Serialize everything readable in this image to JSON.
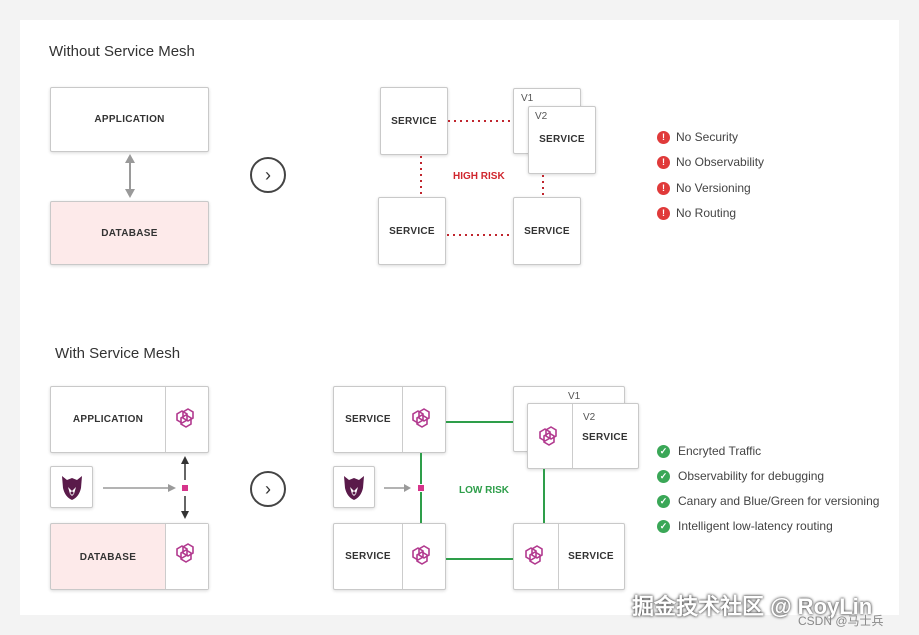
{
  "top_title": "Without Service Mesh",
  "bottom_title": "With Service Mesh",
  "labels": {
    "application": "APPLICATION",
    "database": "DATABASE",
    "service": "SERVICE",
    "v1": "V1",
    "v2": "V2"
  },
  "high_risk": "HIGH RISK",
  "low_risk": "LOW RISK",
  "risks": [
    "No Security",
    "No Observability",
    "No Versioning",
    "No Routing"
  ],
  "features": [
    "Encryted Traffic",
    "Observability for debugging",
    "Canary and Blue/Green for versioning",
    "Intelligent low-latency routing"
  ],
  "watermark": "掘金技术社区 @ RoyLin",
  "watermark_sub": "CSDN @马士兵",
  "icons": {
    "arrow": "chevron-right-icon",
    "risk": "exclamation-icon",
    "feature": "checkmark-icon",
    "proxy": "envoy-hexagon-icon",
    "mesh": "bear-shield-icon"
  },
  "colors": {
    "high_risk": "#d0262e",
    "low_risk": "#2e9e4a",
    "mesh_line": "#2e9e4a",
    "risk_line": "#c0262e",
    "proxy_icon": "#b23a8f",
    "database_bg": "#fdeaea"
  }
}
